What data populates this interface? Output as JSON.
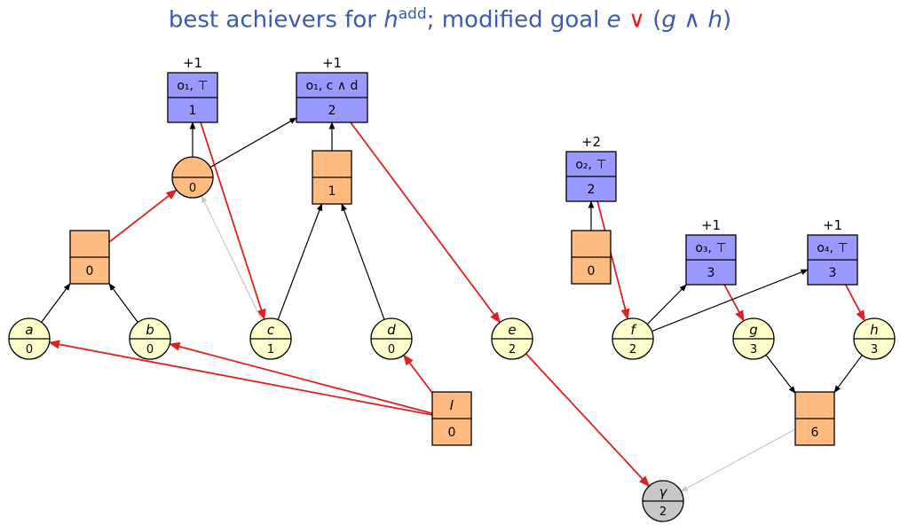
{
  "title": {
    "prefix": "best achievers for ",
    "h": "h",
    "sup": "add",
    "middle": "; modified goal ",
    "e": "e",
    "or": "∨",
    "open": "(",
    "g": "g",
    "and": "∧",
    "hh": "h",
    "close": ")"
  },
  "colors": {
    "operator_blue": "#9999ff",
    "and_orange": "#ffbb80",
    "prop_yellow": "#ffffcc",
    "goal_gray": "#c8c8c8",
    "best_achiever_red": "#e02020",
    "edge_black": "#000000",
    "edge_gray": "#c8c8c8"
  },
  "operators": [
    {
      "id": "op1",
      "label": "o₁, ⊤",
      "value": "1",
      "bonus": "+1"
    },
    {
      "id": "op2",
      "label": "o₁, c ∧ d",
      "value": "2",
      "bonus": "+1"
    },
    {
      "id": "op3",
      "label": "o₂, ⊤",
      "value": "2",
      "bonus": "+2"
    },
    {
      "id": "op4",
      "label": "o₃, ⊤",
      "value": "3",
      "bonus": "+1"
    },
    {
      "id": "op5",
      "label": "o₄, ⊤",
      "value": "3",
      "bonus": "+1"
    }
  ],
  "and_nodes": [
    {
      "id": "and_ab",
      "label": "",
      "value": "0"
    },
    {
      "id": "and_cd",
      "label": "",
      "value": "1"
    },
    {
      "id": "and_I",
      "label": "I",
      "value": "0"
    },
    {
      "id": "and_o2",
      "label": "",
      "value": "0"
    },
    {
      "id": "and_gh",
      "label": "",
      "value": "6"
    }
  ],
  "or_nodes": [
    {
      "id": "or_top",
      "label": "",
      "value": "0"
    },
    {
      "id": "a",
      "label": "a",
      "value": "0"
    },
    {
      "id": "b",
      "label": "b",
      "value": "0"
    },
    {
      "id": "c",
      "label": "c",
      "value": "1"
    },
    {
      "id": "d",
      "label": "d",
      "value": "0"
    },
    {
      "id": "e",
      "label": "e",
      "value": "2"
    },
    {
      "id": "f",
      "label": "f",
      "value": "2"
    },
    {
      "id": "g",
      "label": "g",
      "value": "3"
    },
    {
      "id": "h",
      "label": "h",
      "value": "3"
    },
    {
      "id": "gamma",
      "label": "γ",
      "value": "2"
    }
  ],
  "edges": [
    {
      "from": "op1",
      "to": "c",
      "kind": "best"
    },
    {
      "from": "op2",
      "to": "e",
      "kind": "best"
    },
    {
      "from": "and_ab",
      "to": "or_top",
      "kind": "best"
    },
    {
      "from": "and_I",
      "to": "a",
      "kind": "best"
    },
    {
      "from": "and_I",
      "to": "b",
      "kind": "best"
    },
    {
      "from": "and_I",
      "to": "d",
      "kind": "best"
    },
    {
      "from": "e",
      "to": "gamma",
      "kind": "best"
    },
    {
      "from": "op3",
      "to": "f",
      "kind": "best"
    },
    {
      "from": "op4",
      "to": "g",
      "kind": "best"
    },
    {
      "from": "op5",
      "to": "h",
      "kind": "best"
    },
    {
      "from": "or_top",
      "to": "op1",
      "kind": "normal"
    },
    {
      "from": "or_top",
      "to": "op2",
      "kind": "normal"
    },
    {
      "from": "and_cd",
      "to": "op2",
      "kind": "normal"
    },
    {
      "from": "a",
      "to": "and_ab",
      "kind": "normal"
    },
    {
      "from": "b",
      "to": "and_ab",
      "kind": "normal"
    },
    {
      "from": "c",
      "to": "and_cd",
      "kind": "normal"
    },
    {
      "from": "d",
      "to": "and_cd",
      "kind": "normal"
    },
    {
      "from": "c",
      "to": "or_top",
      "kind": "gray"
    },
    {
      "from": "and_o2",
      "to": "op3",
      "kind": "normal"
    },
    {
      "from": "f",
      "to": "op4",
      "kind": "normal"
    },
    {
      "from": "f",
      "to": "op5",
      "kind": "normal"
    },
    {
      "from": "g",
      "to": "and_gh",
      "kind": "normal"
    },
    {
      "from": "h",
      "to": "and_gh",
      "kind": "normal"
    },
    {
      "from": "and_gh",
      "to": "gamma",
      "kind": "gray"
    }
  ]
}
